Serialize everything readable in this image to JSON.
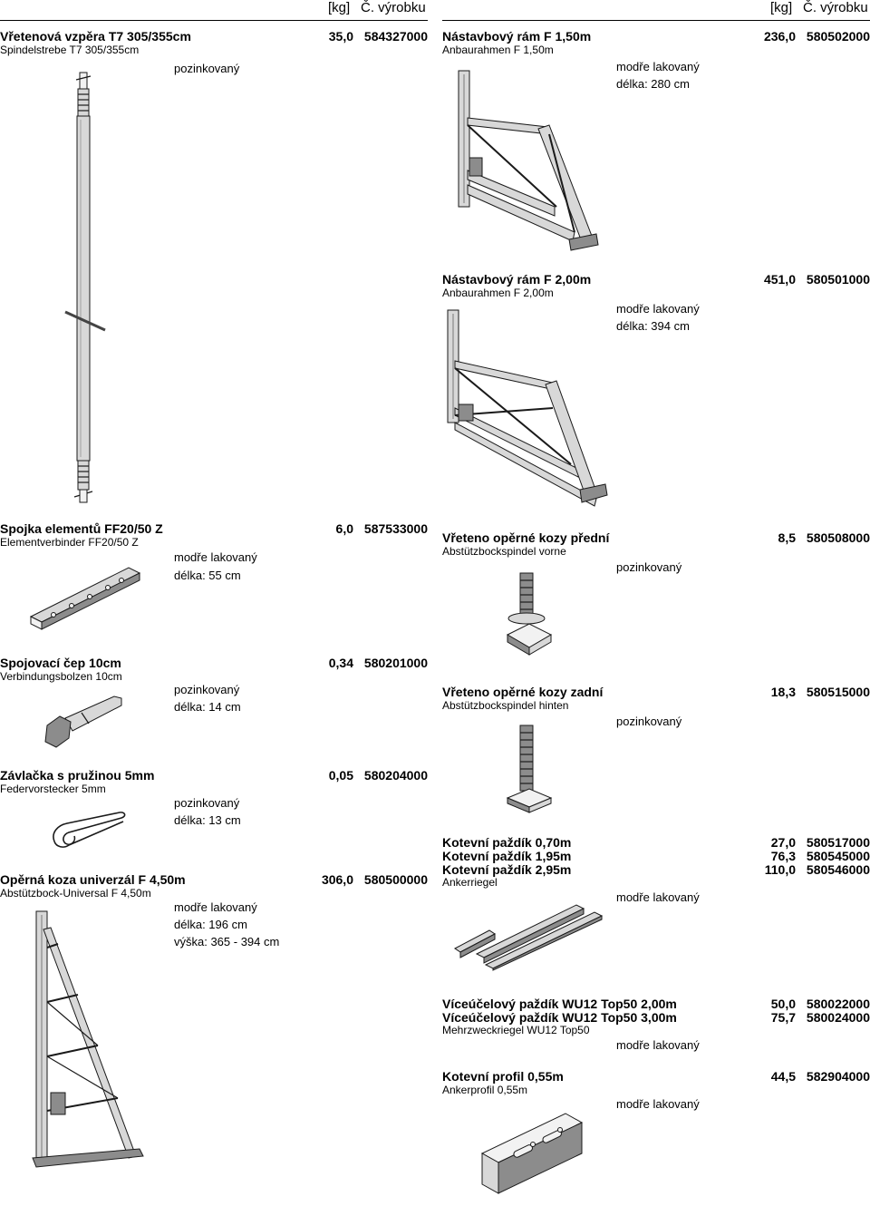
{
  "header": {
    "left": {
      "kg": "[kg]",
      "code": "Č. výrobku"
    },
    "right": {
      "kg": "[kg]",
      "code": "Č. výrobku"
    }
  },
  "items": {
    "vzpera": {
      "title": "Vřetenová vzpěra T7 305/355cm",
      "subtitle": "Spindelstrebe T7 305/355cm",
      "weight": "35,0",
      "code": "584327000",
      "props": [
        "pozinkovaný"
      ]
    },
    "spojka": {
      "title": "Spojka elementů FF20/50 Z",
      "subtitle": "Elementverbinder FF20/50 Z",
      "weight": "6,0",
      "code": "587533000",
      "props": [
        "modře lakovaný",
        "délka: 55 cm"
      ]
    },
    "cep": {
      "title": "Spojovací čep 10cm",
      "subtitle": "Verbindungsbolzen 10cm",
      "weight": "0,34",
      "code": "580201000",
      "props": [
        "pozinkovaný",
        "délka: 14 cm"
      ]
    },
    "zavlacka": {
      "title": "Závlačka s pružinou 5mm",
      "subtitle": "Federvorstecker 5mm",
      "weight": "0,05",
      "code": "580204000",
      "props": [
        "pozinkovaný",
        "délka: 13 cm"
      ]
    },
    "koza": {
      "title": "Opěrná koza univerzál F 4,50m",
      "subtitle": "Abstützbock-Universal F 4,50m",
      "weight": "306,0",
      "code": "580500000",
      "props": [
        "modře lakovaný",
        "délka: 196 cm",
        "výška: 365 - 394 cm"
      ]
    },
    "ram150": {
      "title": "Nástavbový rám F 1,50m",
      "subtitle": "Anbaurahmen F 1,50m",
      "weight": "236,0",
      "code": "580502000",
      "props": [
        "modře lakovaný",
        "délka: 280 cm"
      ]
    },
    "ram200": {
      "title": "Nástavbový rám F 2,00m",
      "subtitle": "Anbaurahmen F 2,00m",
      "weight": "451,0",
      "code": "580501000",
      "props": [
        "modře lakovaný",
        "délka: 394 cm"
      ]
    },
    "vreteno_predni": {
      "title": "Vřeteno opěrné kozy přední",
      "subtitle": "Abstützbockspindel vorne",
      "weight": "8,5",
      "code": "580508000",
      "props": [
        "pozinkovaný"
      ]
    },
    "vreteno_zadni": {
      "title": "Vřeteno opěrné kozy zadní",
      "subtitle": "Abstützbockspindel hinten",
      "weight": "18,3",
      "code": "580515000",
      "props": [
        "pozinkovaný"
      ]
    },
    "kotevni": {
      "rows": [
        {
          "title": "Kotevní paždík 0,70m",
          "weight": "27,0",
          "code": "580517000"
        },
        {
          "title": "Kotevní paždík 1,95m",
          "weight": "76,3",
          "code": "580545000"
        },
        {
          "title": "Kotevní paždík 2,95m",
          "weight": "110,0",
          "code": "580546000"
        }
      ],
      "subtitle": "Ankerriegel",
      "props": [
        "modře lakovaný"
      ]
    },
    "viceucelovy": {
      "rows": [
        {
          "title": "Víceúčelový paždík WU12 Top50 2,00m",
          "weight": "50,0",
          "code": "580022000"
        },
        {
          "title": "Víceúčelový paždík WU12 Top50 3,00m",
          "weight": "75,7",
          "code": "580024000"
        }
      ],
      "subtitle": "Mehrzweckriegel WU12 Top50",
      "props": [
        "modře lakovaný"
      ]
    },
    "profil": {
      "title": "Kotevní profil 0,55m",
      "subtitle": "Ankerprofil 0,55m",
      "weight": "44,5",
      "code": "582904000",
      "props": [
        "modře lakovaný"
      ]
    }
  }
}
